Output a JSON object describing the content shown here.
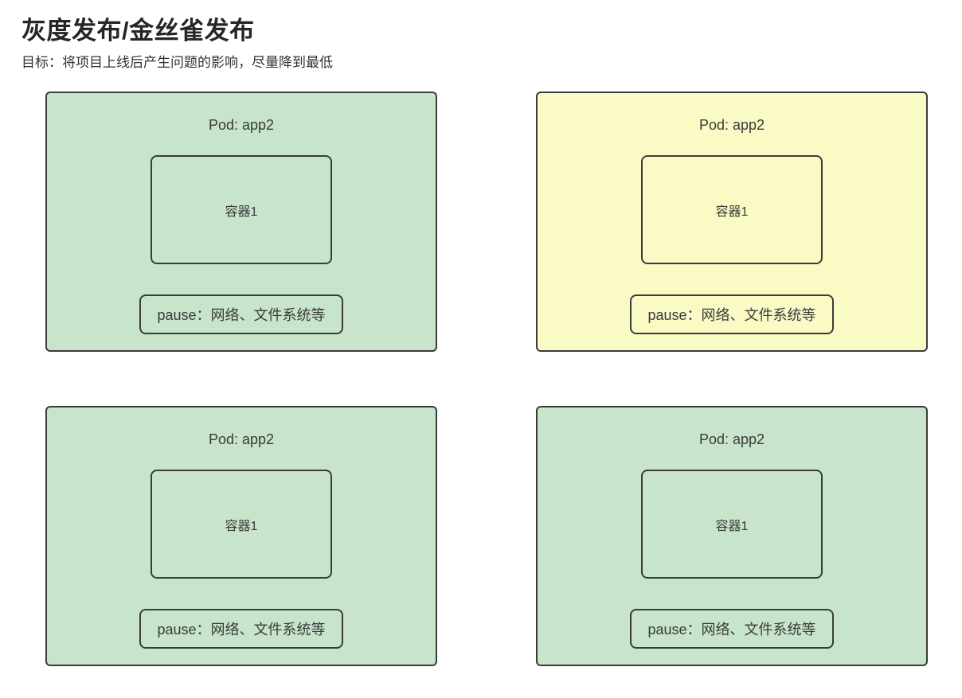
{
  "page": {
    "title": "灰度发布/金丝雀发布",
    "subtitle": "目标：将项目上线后产生问题的影响，尽量降到最低"
  },
  "colors": {
    "green": "#c8e4cb",
    "yellow": "#fafac5",
    "border": "#3b3b3b",
    "text": "#333333"
  },
  "pods": [
    {
      "title": "Pod: app2",
      "container_label": "容器1",
      "pause_label": "pause：网络、文件系统等",
      "variant": "green"
    },
    {
      "title": "Pod: app2",
      "container_label": "容器1",
      "pause_label": "pause：网络、文件系统等",
      "variant": "yellow"
    },
    {
      "title": "Pod: app2",
      "container_label": "容器1",
      "pause_label": "pause：网络、文件系统等",
      "variant": "green"
    },
    {
      "title": "Pod: app2",
      "container_label": "容器1",
      "pause_label": "pause：网络、文件系统等",
      "variant": "green"
    }
  ]
}
